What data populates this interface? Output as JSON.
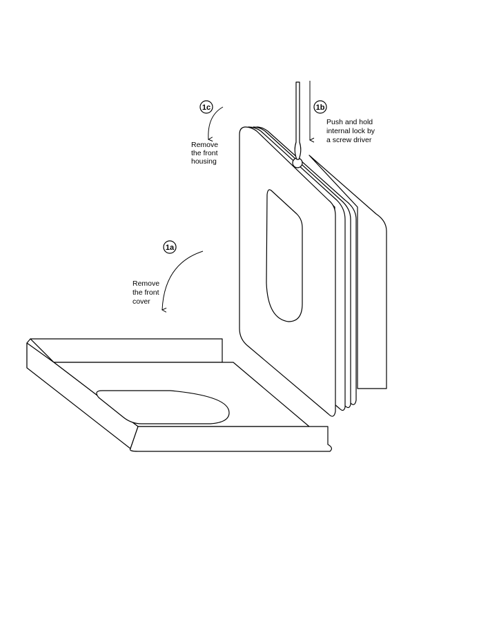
{
  "steps": {
    "s1a": {
      "number": "1a",
      "lines": [
        "Remove",
        "the front",
        "cover"
      ]
    },
    "s1b": {
      "number": "1b",
      "lines": [
        "Push and hold",
        "internal lock by",
        "a screw driver"
      ]
    },
    "s1c": {
      "number": "1c",
      "lines": [
        "Remove",
        "the front",
        "housing"
      ]
    }
  },
  "colors": {
    "stroke": "#000000",
    "background": "#ffffff"
  }
}
